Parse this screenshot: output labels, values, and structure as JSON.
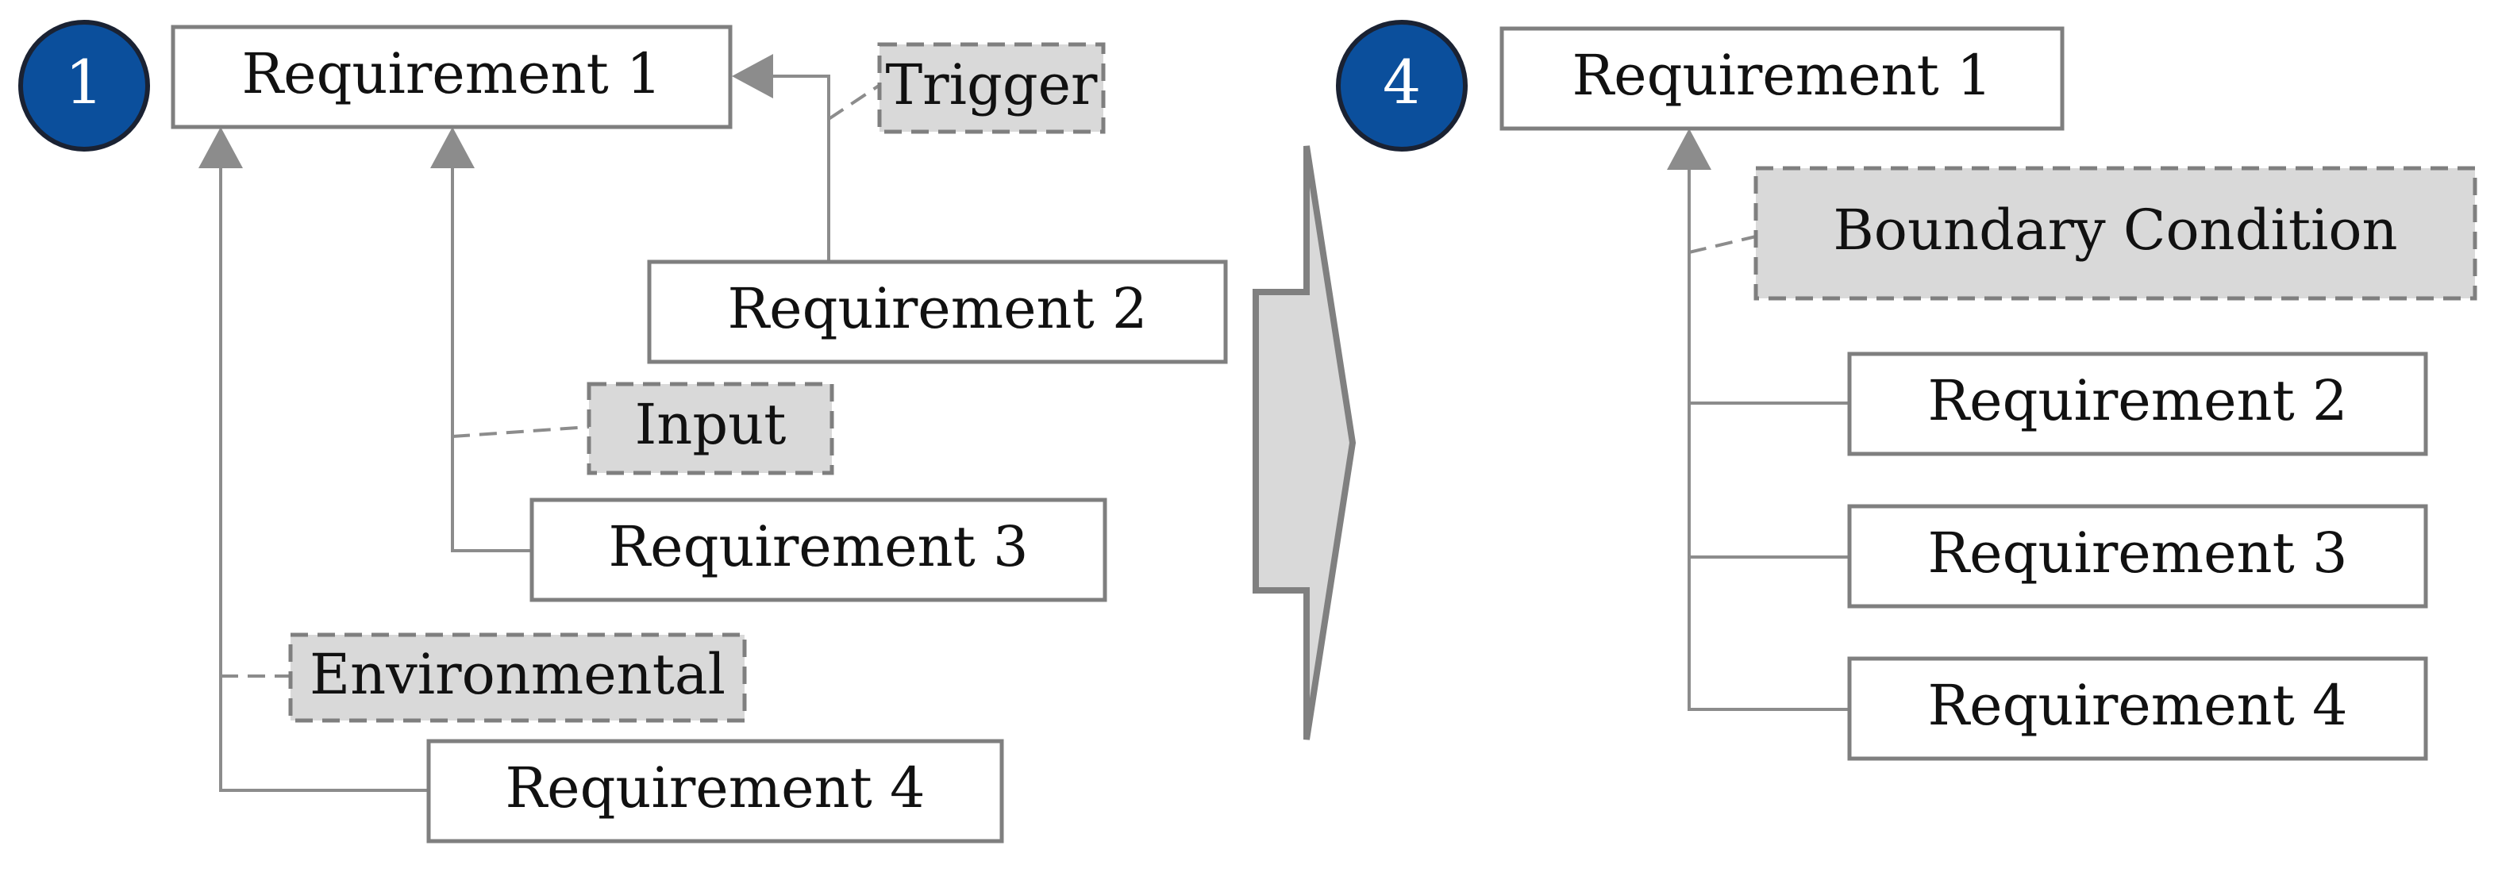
{
  "colors": {
    "badge_fill": "#0b4f9c",
    "box_stroke": "#7f7f7f",
    "highlight_fill": "#d9d9d9",
    "connector": "#8c8c8c"
  },
  "left": {
    "badge": "1",
    "req1": "Requirement 1",
    "trigger": "Trigger",
    "req2": "Requirement 2",
    "input": "Input",
    "req3": "Requirement 3",
    "environmental": "Environmental",
    "req4": "Requirement 4"
  },
  "right": {
    "badge": "4",
    "req1": "Requirement 1",
    "boundary": "Boundary Condition",
    "req2": "Requirement 2",
    "req3": "Requirement 3",
    "req4": "Requirement 4"
  }
}
